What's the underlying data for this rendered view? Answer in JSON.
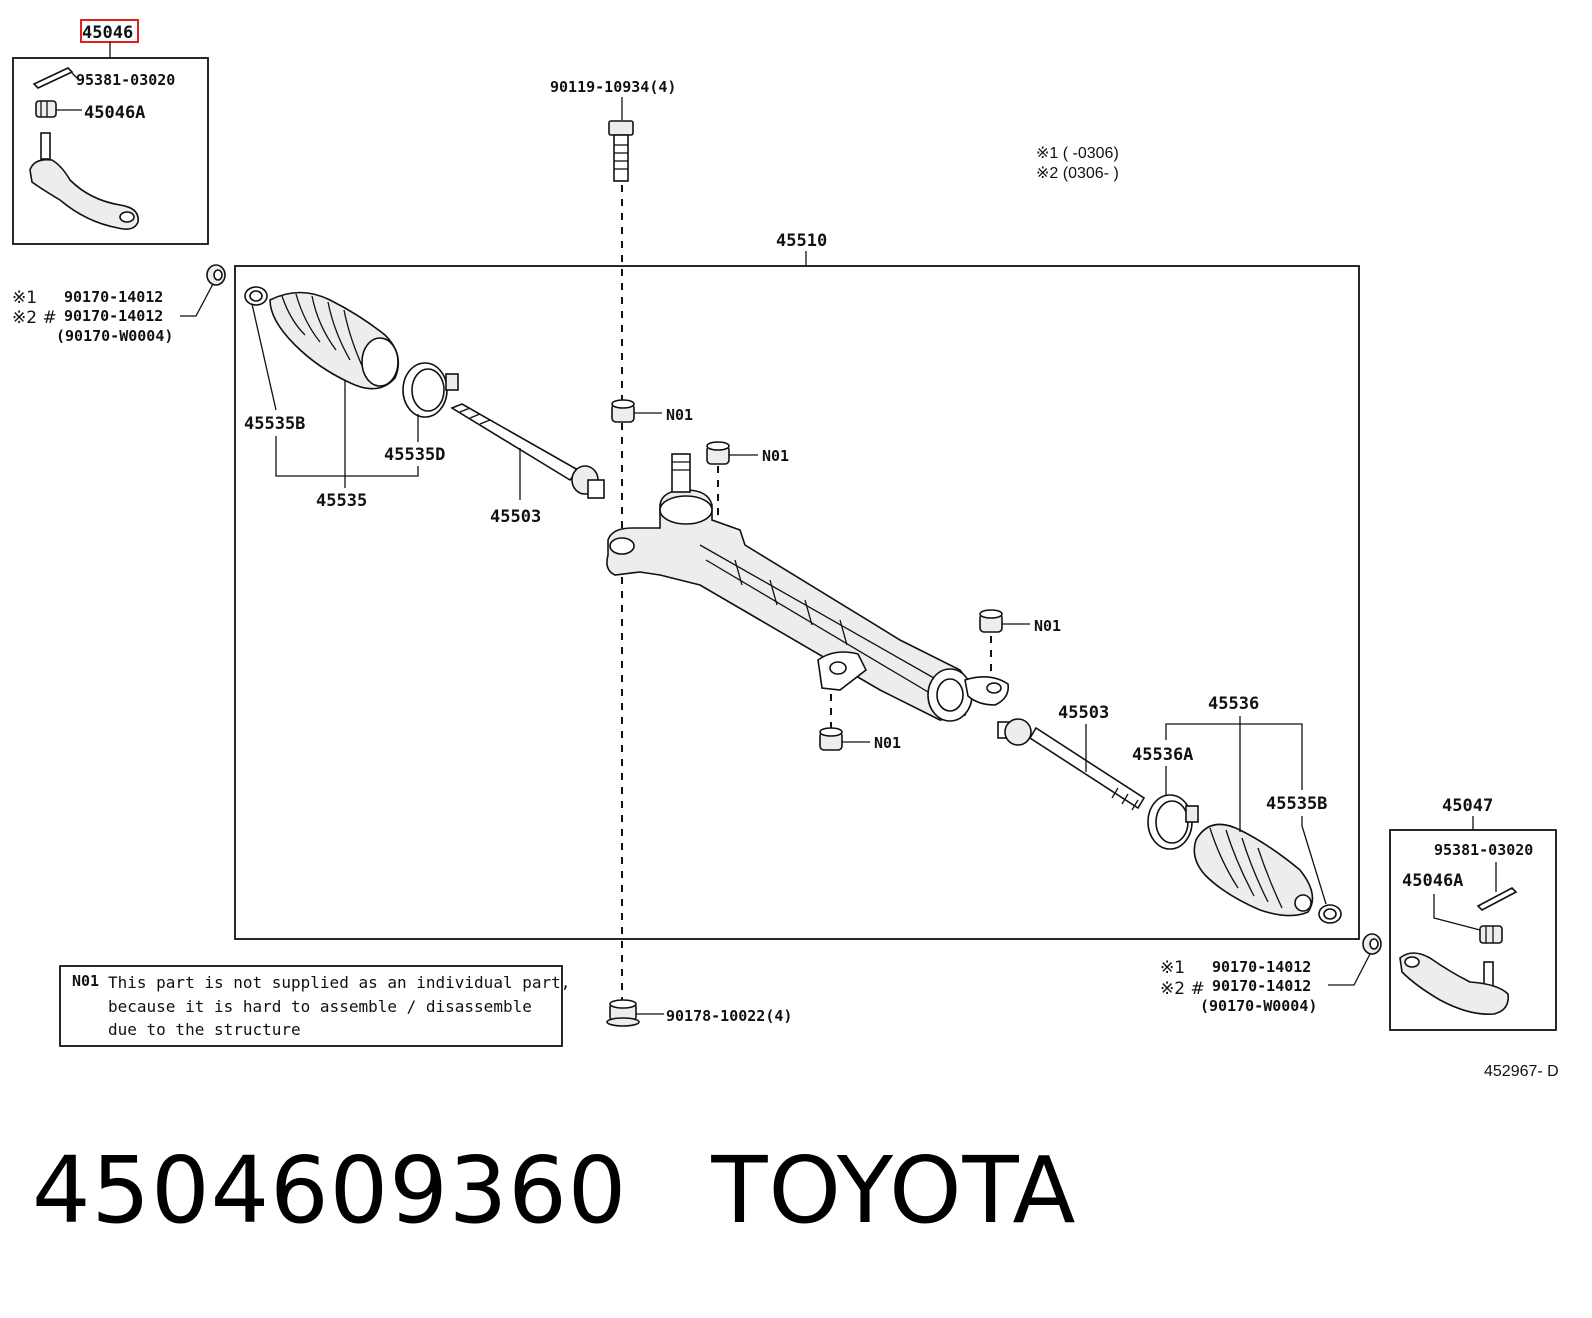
{
  "diagram": {
    "highlighted_part": "45046",
    "diagram_code": "452967- D",
    "legend": {
      "cond1": "※1 (       -0306)",
      "cond2": "※2 (0306-       )"
    },
    "left_tie_rod_end": {
      "group": "45046",
      "cotter_pin": "95381-03020",
      "nut": "45046A"
    },
    "right_tie_rod_end": {
      "group": "45047",
      "cotter_pin": "95381-03020",
      "nut": "45046A"
    },
    "rack_assembly": "45510",
    "bolt": "90119-10934(4)",
    "nut_bottom": "90178-10022(4)",
    "left_clip": {
      "mark1": "※1",
      "mark2": "※2 #",
      "pn1": "90170-14012",
      "pn2": "90170-14012",
      "pn3": "(90170-W0004)"
    },
    "right_clip": {
      "mark1": "※1",
      "mark2": "※2 #",
      "pn1": "90170-14012",
      "pn2": "90170-14012",
      "pn3": "(90170-W0004)"
    },
    "labels": {
      "boot_clamp_left": "45535B",
      "boot_band_left": "45535D",
      "boot_kit_left": "45535",
      "tie_rod_left": "45503",
      "tie_rod_right": "45503",
      "boot_kit_right": "45536",
      "boot_band_right": "45536A",
      "boot_clamp_right": "45535B",
      "n01": "N01"
    },
    "note_box": {
      "code": "N01",
      "line1": "This part is not supplied as an individual part,",
      "line2": "because it is hard to assemble / disassemble",
      "line3": "due to the structure"
    }
  },
  "footer": {
    "part_number": "4504609360",
    "brand": "TOYOTA"
  }
}
